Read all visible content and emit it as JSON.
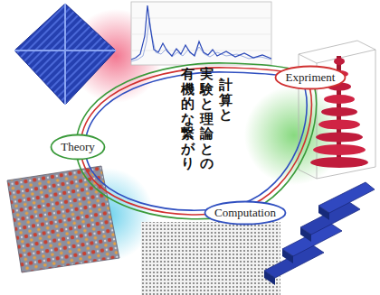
{
  "diagram": {
    "nodes": [
      {
        "text": [
          "計算と",
          "実験と理論との",
          "有機的な繋がり"
        ]
      },
      {
        "text": [
          "Theory"
        ]
      },
      {
        "text": [
          "Expriment"
        ]
      },
      {
        "text": [
          "Computation"
        ]
      }
    ]
  }
}
